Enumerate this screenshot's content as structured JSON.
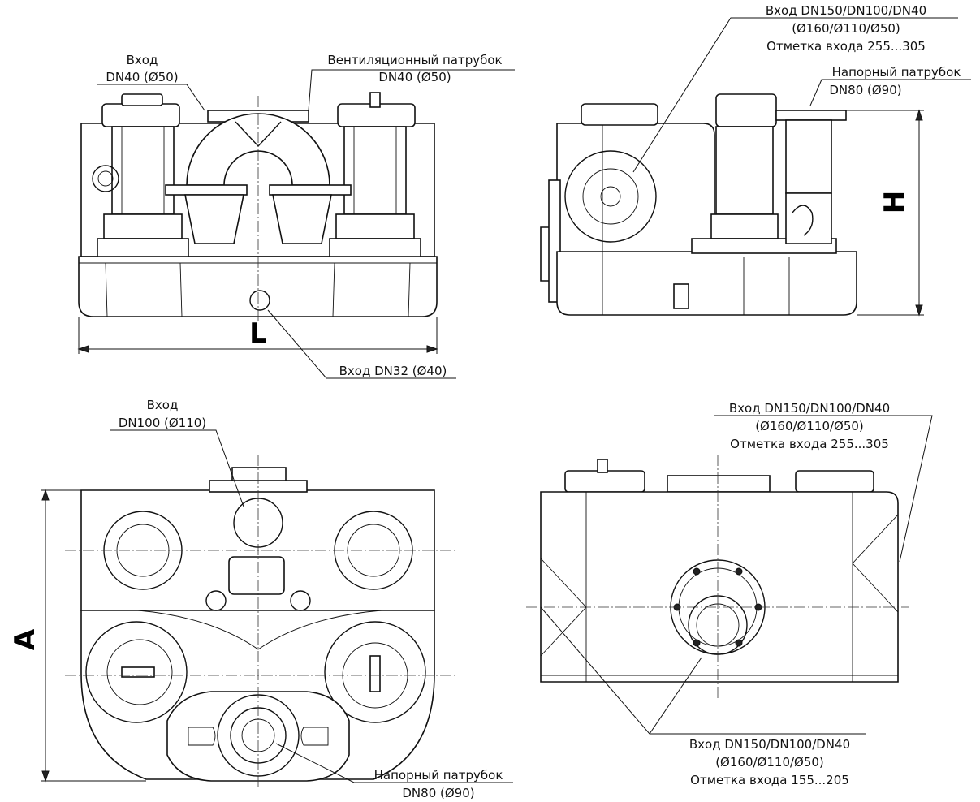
{
  "dimensions": {
    "length": "L",
    "height": "H",
    "depth": "A"
  },
  "labels": {
    "front_inlet_small": {
      "line1": "Вход",
      "line2": "DN40 (Ø50)"
    },
    "front_vent": {
      "line1": "Вентиляционный патрубок",
      "line2": "DN40 (Ø50)"
    },
    "front_bottom_inlet": {
      "line1": "Вход DN32 (Ø40)"
    },
    "side_inlet": {
      "line1": "Вход DN150/DN100/DN40",
      "line2": "(Ø160/Ø110/Ø50)",
      "line3": "Отметка входа 255...305"
    },
    "side_pressure": {
      "line1": "Напорный патрубок",
      "line2": "DN80 (Ø90)"
    },
    "top_inlet": {
      "line1": "Вход",
      "line2": "DN100 (Ø110)"
    },
    "top_pressure": {
      "line1": "Напорный патрубок",
      "line2": "DN80 (Ø90)"
    },
    "rear_inlet_upper": {
      "line1": "Вход DN150/DN100/DN40",
      "line2": "(Ø160/Ø110/Ø50)",
      "line3": "Отметка входа 255...305"
    },
    "rear_inlet_lower": {
      "line1": "Вход DN150/DN100/DN40",
      "line2": "(Ø160/Ø110/Ø50)",
      "line3": "Отметка входа 155...205"
    }
  }
}
